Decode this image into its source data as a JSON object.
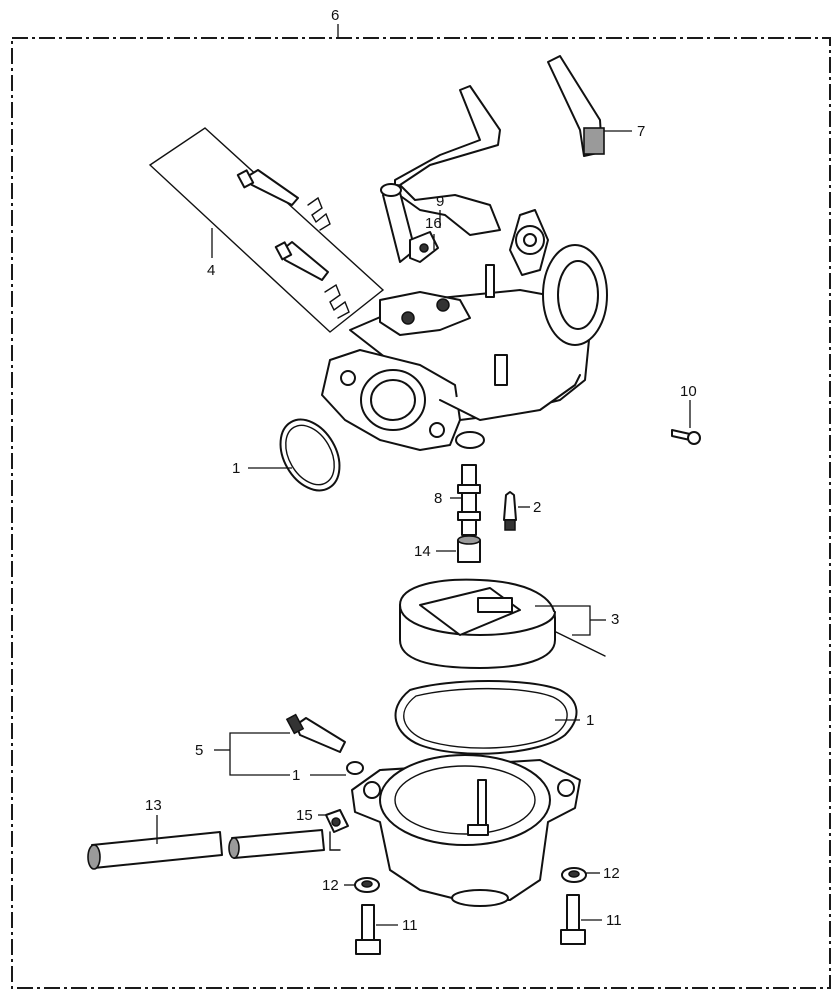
{
  "diagram": {
    "frame_label": "6",
    "callouts": [
      {
        "id": "c7",
        "text": "7"
      },
      {
        "id": "c9",
        "text": "9"
      },
      {
        "id": "c16",
        "text": "16"
      },
      {
        "id": "c4",
        "text": "4"
      },
      {
        "id": "c10",
        "text": "10"
      },
      {
        "id": "c1a",
        "text": "1"
      },
      {
        "id": "c8",
        "text": "8"
      },
      {
        "id": "c2",
        "text": "2"
      },
      {
        "id": "c14",
        "text": "14"
      },
      {
        "id": "c3",
        "text": "3"
      },
      {
        "id": "c1b",
        "text": "1"
      },
      {
        "id": "c5",
        "text": "5"
      },
      {
        "id": "c1c",
        "text": "1"
      },
      {
        "id": "c13",
        "text": "13"
      },
      {
        "id": "c15",
        "text": "15"
      },
      {
        "id": "c12a",
        "text": "12"
      },
      {
        "id": "c12b",
        "text": "12"
      },
      {
        "id": "c11a",
        "text": "11"
      },
      {
        "id": "c11b",
        "text": "11"
      }
    ]
  }
}
